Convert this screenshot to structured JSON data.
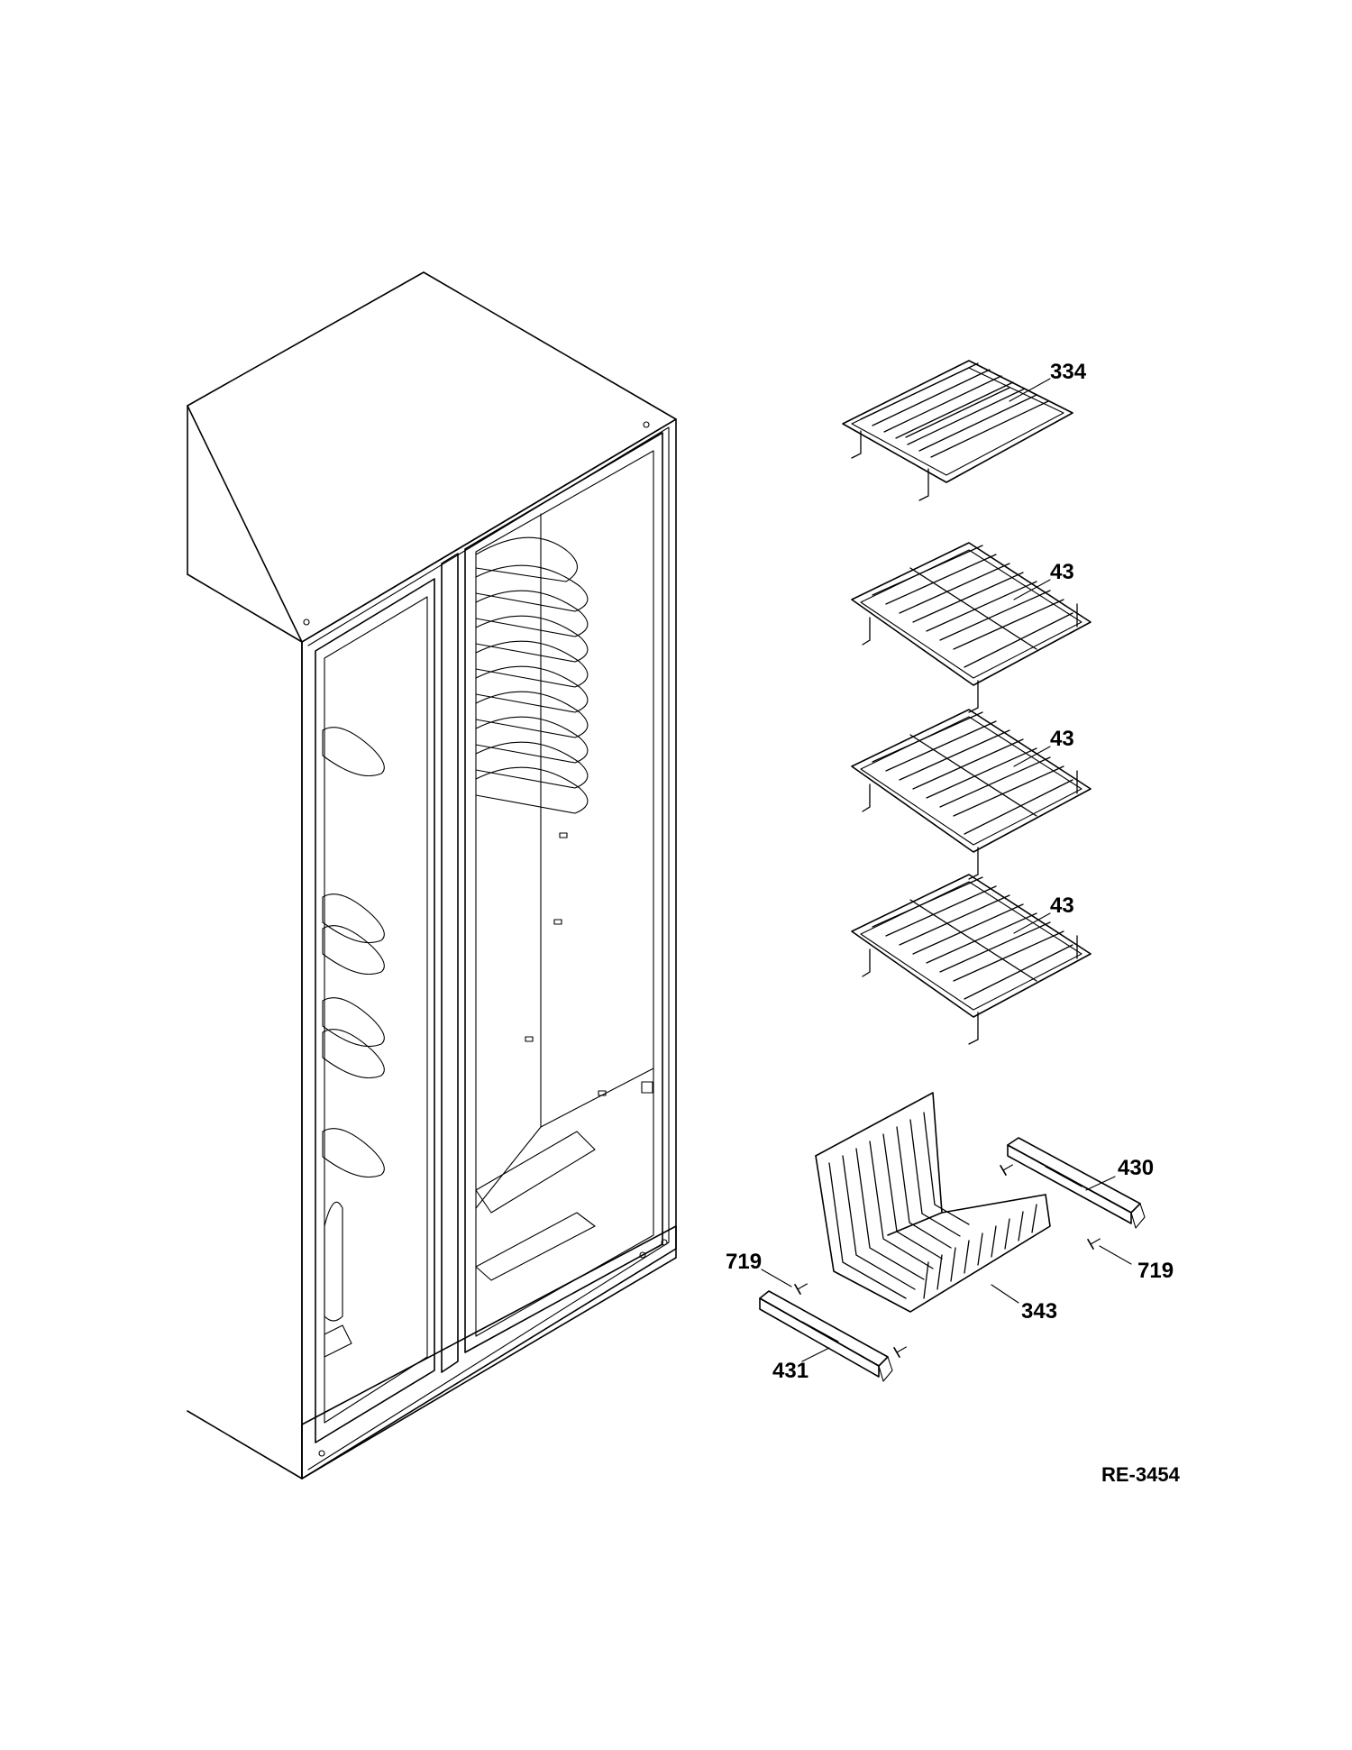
{
  "callouts": {
    "top_shelf": "334",
    "shelf_1": "43",
    "shelf_2": "43",
    "shelf_3": "43",
    "rail_right": "430",
    "screw_left": "719",
    "screw_right": "719",
    "basket": "343",
    "rail_left": "431"
  },
  "reference_code": "RE-3454",
  "icons": {
    "cabinet": "refrigerator-cabinet-icon",
    "shelf": "wire-shelf-icon",
    "basket": "wire-basket-icon",
    "rail": "slide-rail-icon",
    "screw": "screw-icon"
  }
}
